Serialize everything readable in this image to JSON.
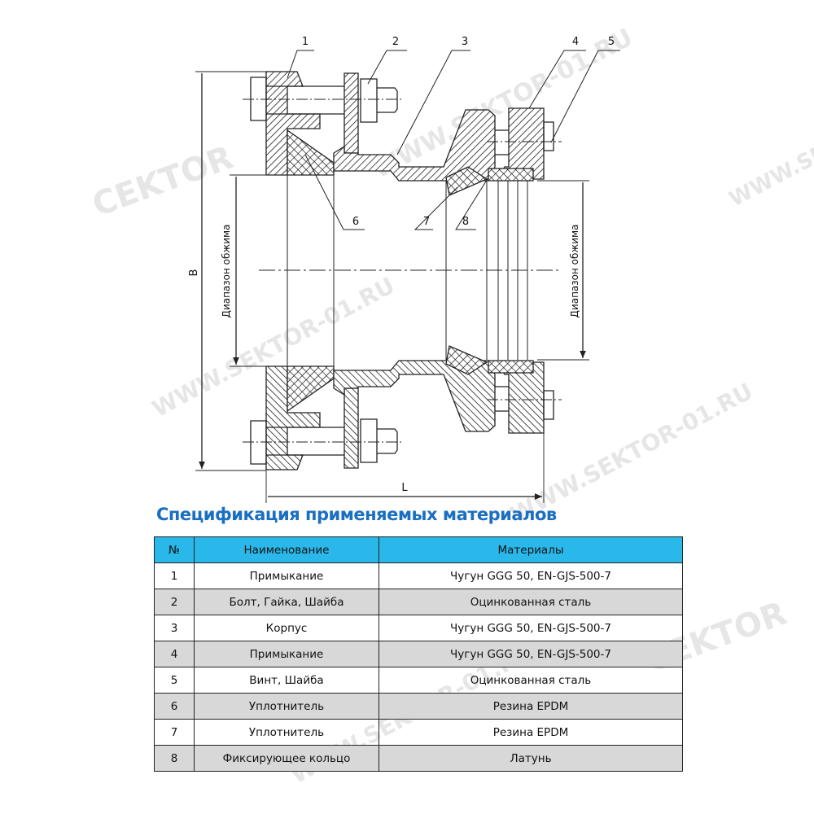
{
  "watermarks": [
    "WWW.SEKTOR-01.RU",
    "CEKTOR"
  ],
  "drawing": {
    "callouts": [
      "1",
      "2",
      "3",
      "4",
      "5",
      "6",
      "7",
      "8"
    ],
    "dim_overall_height": "B",
    "dim_length": "L",
    "range_label_left": "Диапазон обжима",
    "range_label_right": "Диапазон обжима"
  },
  "spec": {
    "title": "Спецификация применяемых материалов",
    "headers": [
      "№",
      "Наименование",
      "Материалы"
    ],
    "rows": [
      [
        "1",
        "Примыкание",
        "Чугун GGG 50, EN-GJS-500-7"
      ],
      [
        "2",
        "Болт, Гайка, Шайба",
        "Оцинкованная сталь"
      ],
      [
        "3",
        "Корпус",
        "Чугун GGG 50, EN-GJS-500-7"
      ],
      [
        "4",
        "Примыкание",
        "Чугун GGG 50, EN-GJS-500-7"
      ],
      [
        "5",
        "Винт, Шайба",
        "Оцинкованная сталь"
      ],
      [
        "6",
        "Уплотнитель",
        "Резина EPDM"
      ],
      [
        "7",
        "Уплотнитель",
        "Резина EPDM"
      ],
      [
        "8",
        "Фиксирующее кольцо",
        "Латунь"
      ]
    ]
  },
  "colors": {
    "header_bg": "#29b8e9",
    "title": "#1a6fc0",
    "alt_row": "#d8d8d8"
  }
}
